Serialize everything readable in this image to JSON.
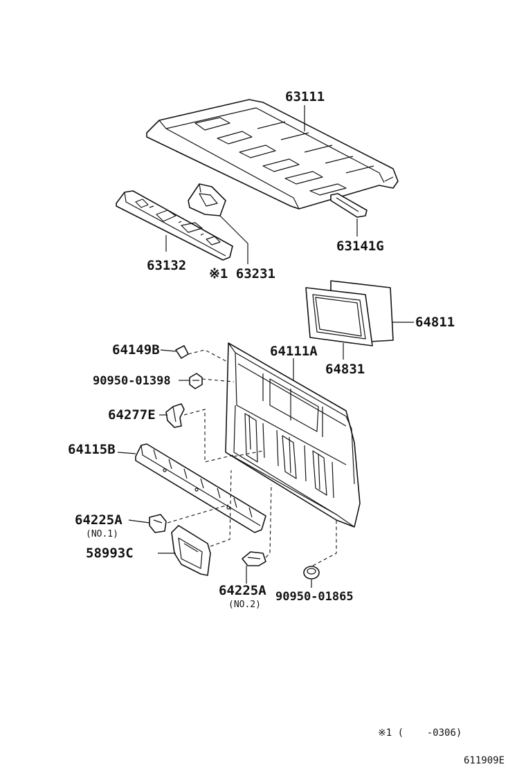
{
  "labels": {
    "p63111": "63111",
    "p63141g": "63141G",
    "p63132": "63132",
    "p63231": "※1 63231",
    "p64811": "64811",
    "p64831": "64831",
    "p64149b": "64149B",
    "p64111a": "64111A",
    "p90950_01398": "90950-01398",
    "p64277e": "64277E",
    "p64115b": "64115B",
    "p64225a_1": "64225A",
    "p64225a_1_sub": "(NO.1)",
    "p58993c": "58993C",
    "p64225a_2": "64225A",
    "p64225a_2_sub": "(NO.2)",
    "p90950_01865": "90950-01865"
  },
  "footnote": "※1 (    -0306)",
  "diagram_id": "611909E"
}
